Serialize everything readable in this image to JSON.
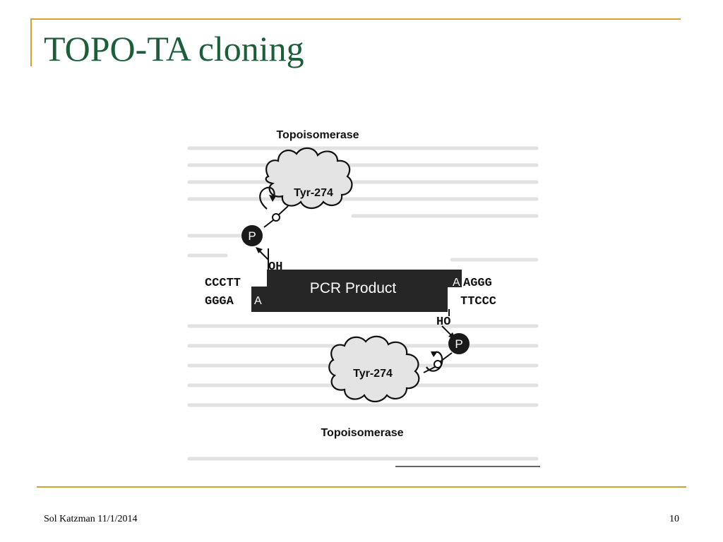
{
  "slide": {
    "title": "TOPO-TA cloning",
    "footer_left": "Sol Katzman 11/1/2014",
    "page_number": "10"
  },
  "colors": {
    "accent_line": "#d4a230",
    "title": "#1b5e3a"
  },
  "diagram": {
    "enzyme_top": "Topoisomerase",
    "enzyme_bottom": "Topoisomerase",
    "tyr_top": "Tyr-274",
    "tyr_bottom": "Tyr-274",
    "phosphate_top": "P",
    "phosphate_bottom": "P",
    "hydroxyl_top": "OH",
    "hydroxyl_bottom": "HO",
    "product_label": "PCR Product",
    "left_top_seq": "CCCTT",
    "left_bottom_seq": "GGGA",
    "left_overhang": "A",
    "right_overhang": "A",
    "right_top_seq": "AGGG",
    "right_bottom_seq": "TTCCC"
  }
}
